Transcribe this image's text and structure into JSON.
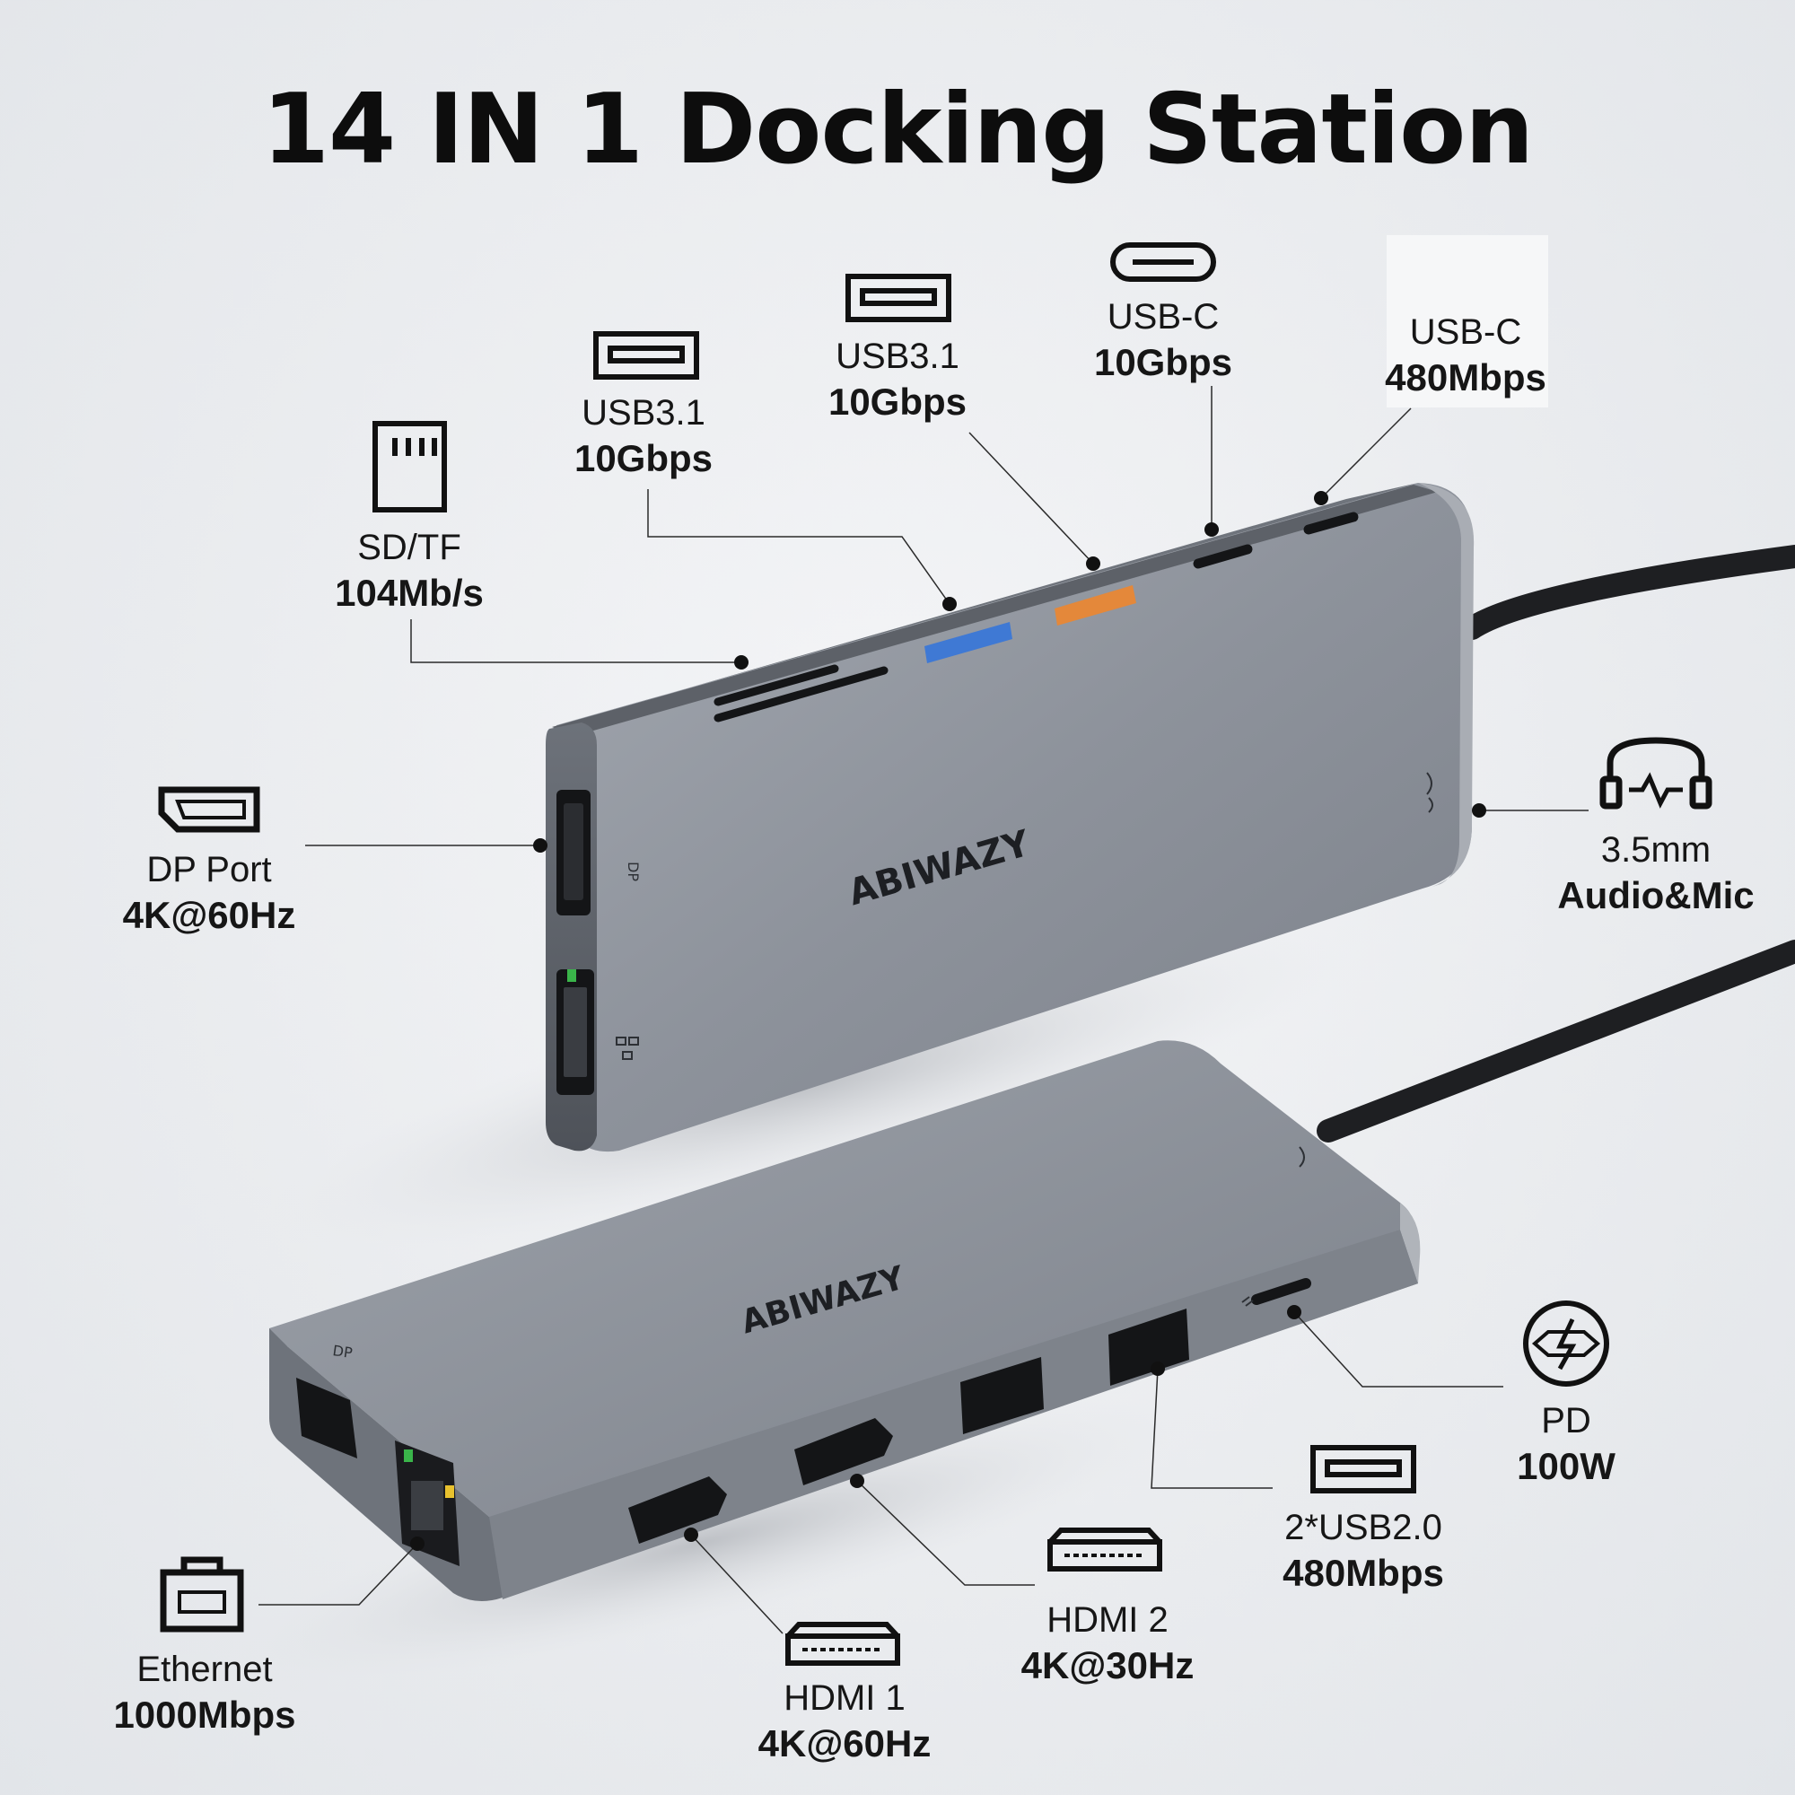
{
  "title": "14 IN 1 Docking Station",
  "brand": "ABIWAZY",
  "ports": {
    "sd_tf": {
      "name": "SD/TF",
      "spec": "104Mb/s",
      "icon": "sd-card-icon"
    },
    "usb31_a": {
      "name": "USB3.1",
      "spec": "10Gbps",
      "icon": "usb-a-icon"
    },
    "usb31_b": {
      "name": "USB3.1",
      "spec": "10Gbps",
      "icon": "usb-a-icon"
    },
    "usbc_10": {
      "name": "USB-C",
      "spec": "10Gbps",
      "icon": "usb-c-icon"
    },
    "usbc_480": {
      "name": "USB-C",
      "spec": "480Mbps",
      "icon": "usb-c-icon"
    },
    "dp": {
      "name": "DP Port",
      "spec": "4K@60Hz",
      "icon": "displayport-icon"
    },
    "audio": {
      "name": "3.5mm",
      "spec": "Audio&Mic",
      "icon": "headphones-icon"
    },
    "pd": {
      "name": "PD",
      "spec": "100W",
      "icon": "power-delivery-icon"
    },
    "usb20": {
      "name": "2*USB2.0",
      "spec": "480Mbps",
      "icon": "usb-a-icon"
    },
    "hdmi2": {
      "name": "HDMI 2",
      "spec": "4K@30Hz",
      "icon": "hdmi-icon"
    },
    "hdmi1": {
      "name": "HDMI 1",
      "spec": "4K@60Hz",
      "icon": "hdmi-icon"
    },
    "ethernet": {
      "name": "Ethernet",
      "spec": "1000Mbps",
      "icon": "ethernet-icon"
    }
  },
  "colors": {
    "body": "#8e939c",
    "usb_blue": "#3f79d4",
    "usb_orange": "#e4883a",
    "text": "#161616",
    "cable": "#1e1f22"
  }
}
